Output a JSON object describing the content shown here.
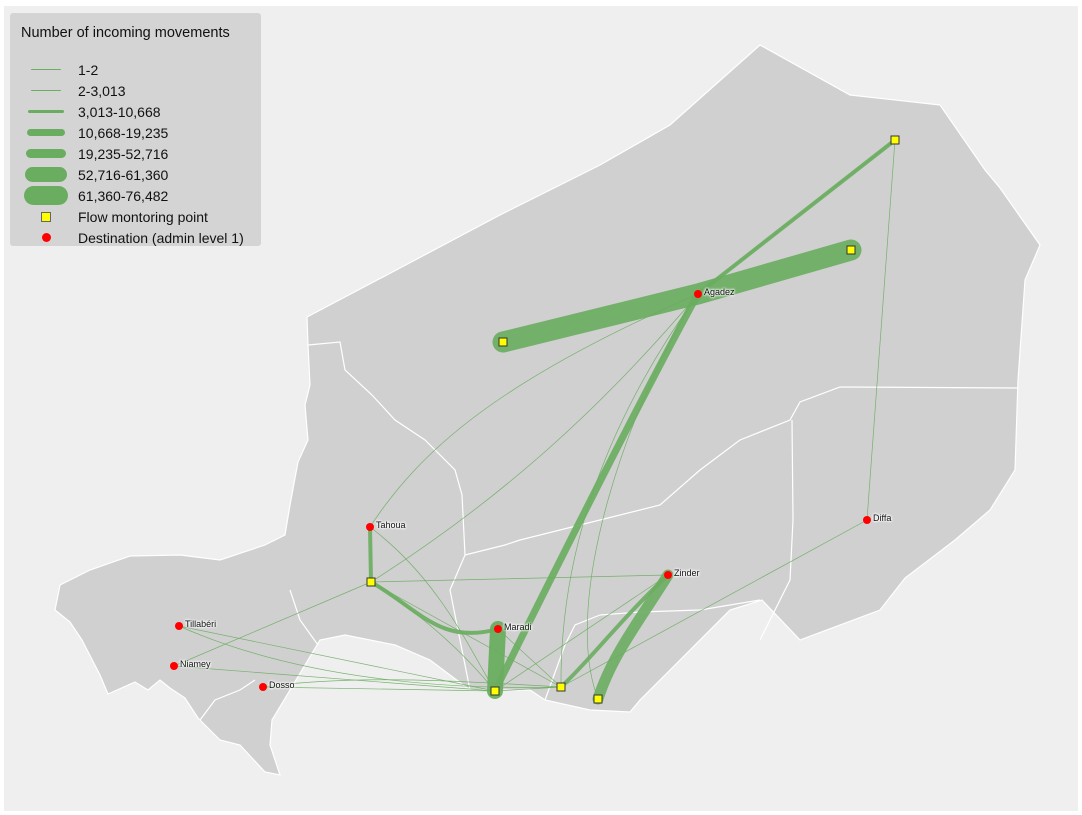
{
  "legend": {
    "title": "Number of incoming movements",
    "classes": [
      {
        "label": "1-2",
        "weight": 1
      },
      {
        "label": "2-3,013",
        "weight": 2
      },
      {
        "label": "3,013-10,668",
        "weight": 3
      },
      {
        "label": "10,668-19,235",
        "weight": 4
      },
      {
        "label": "19,235-52,716",
        "weight": 5
      },
      {
        "label": "52,716-61,360",
        "weight": 6
      },
      {
        "label": "61,360-76,482",
        "weight": 7
      }
    ],
    "fmp_label": "Flow montoring point",
    "destination_label": "Destination (admin level 1)"
  },
  "destinations": [
    {
      "name": "Agadez"
    },
    {
      "name": "Tahoua"
    },
    {
      "name": "Diffa"
    },
    {
      "name": "Zinder"
    },
    {
      "name": "Maradi"
    },
    {
      "name": "Tillabéri"
    },
    {
      "name": "Niamey"
    },
    {
      "name": "Dosso"
    }
  ],
  "colors": {
    "flow": "#6aad60",
    "land": "#d0d0d0",
    "ocean": "#efefef",
    "borders": "#ffffff",
    "fmp_fill": "#ffff00",
    "destination": "#ff0000"
  }
}
